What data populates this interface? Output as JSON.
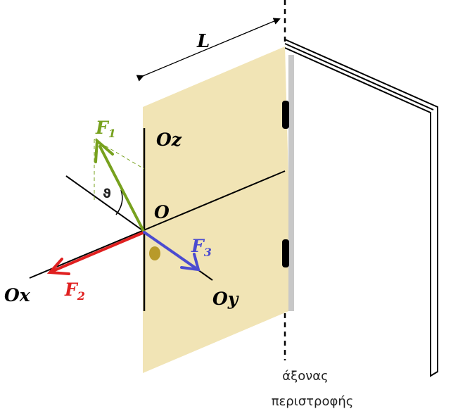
{
  "labels": {
    "length": "L",
    "axis_z": "Oz",
    "origin": "O",
    "axis_x": "Ox",
    "axis_y": "Oy",
    "angle": "ϑ"
  },
  "forces": {
    "f1": {
      "letter": "F",
      "index": "1",
      "color": "#77a11e"
    },
    "f2": {
      "letter": "F",
      "index": "2",
      "color": "#e02020"
    },
    "f3": {
      "letter": "F",
      "index": "3",
      "color": "#4b4bd0"
    }
  },
  "caption": {
    "line1": "άξονας",
    "line2": "περιστροφής"
  },
  "colors": {
    "door": "#f1e4b5",
    "hinge_edge": "#c8c8c8",
    "knob": "#b89a2a"
  }
}
